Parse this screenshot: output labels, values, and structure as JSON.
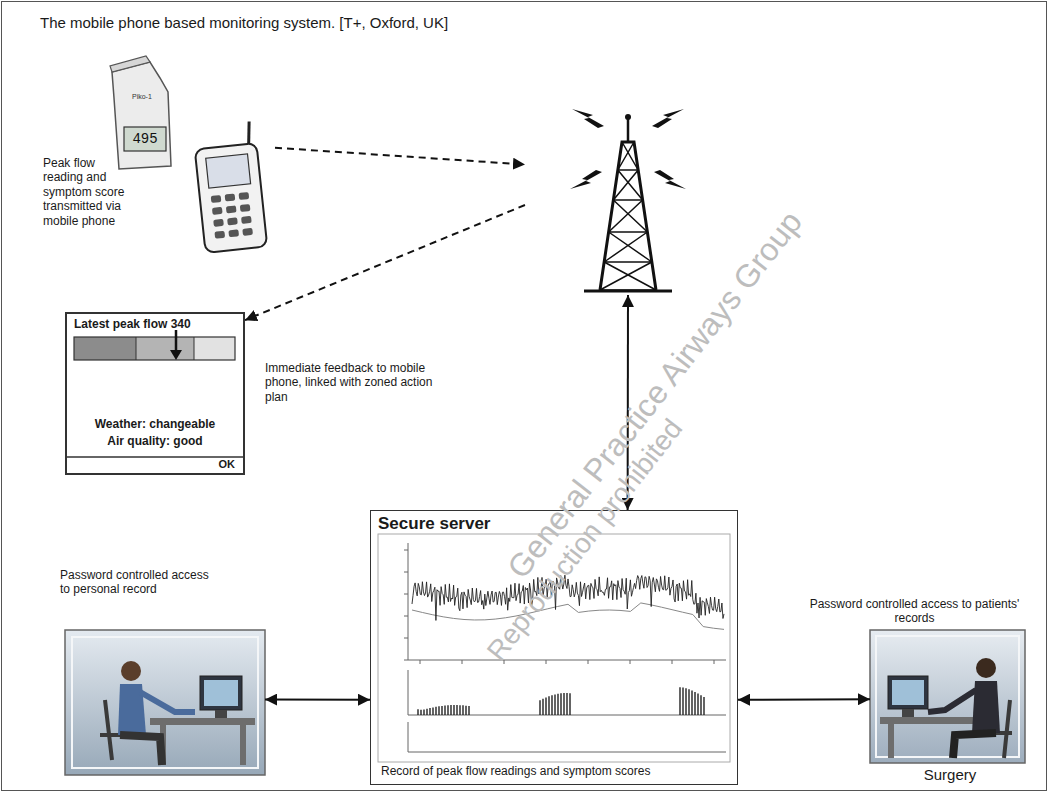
{
  "diagram": {
    "title": "The mobile phone based monitoring system. [T+, Oxford, UK]",
    "nodes": [
      {
        "text": [
          "Peak flow reading and symptom score transmitted via mobile phone"
        ]
      },
      {
        "text": []
      },
      {
        "text": [
          "Latest peak flow 340",
          "Weather: changeable",
          "Air quality: good",
          "OK"
        ]
      },
      {
        "text": [
          "Secure server",
          "Record of peak flow readings and symptom scores"
        ]
      },
      {
        "text": [
          "Password controlled access to personal record"
        ]
      },
      {
        "text": [
          "Password controlled access to patients' records",
          "Surgery"
        ]
      }
    ],
    "edges": [
      {
        "from": 0,
        "to": 1,
        "arrow": "to"
      },
      {
        "from": 1,
        "to": 2,
        "arrow": "to"
      },
      {
        "from": 1,
        "to": 3,
        "arrow": "both"
      },
      {
        "from": 4,
        "to": 3,
        "arrow": "both"
      },
      {
        "from": 3,
        "to": 5,
        "arrow": "both"
      }
    ],
    "labels": [
      "Immediate feedback to mobile phone, linked with zoned action plan",
      "Piko-1",
      "495",
      "General Practice Airways Group",
      "Reproduction prohibited"
    ]
  }
}
